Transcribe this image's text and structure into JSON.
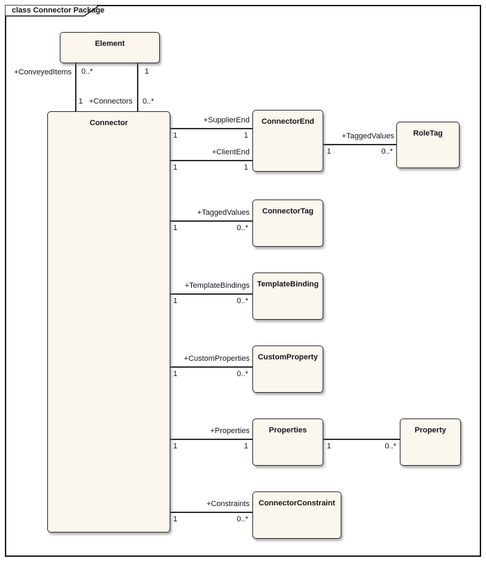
{
  "diagram": {
    "frame_title": "class Connector Package",
    "type": "uml-class-diagram"
  },
  "colors": {
    "background": "#FFFFFF",
    "frame_border": "#1A1A1A",
    "box_fill": "#FCF7EE",
    "box_border": "#2E2E2E",
    "line": "#2E2E2E",
    "text": "#14141E",
    "shadow": "#696969"
  },
  "classes": {
    "element": "Element",
    "connector": "Connector",
    "connector_end": "ConnectorEnd",
    "role_tag": "RoleTag",
    "connector_tag": "ConnectorTag",
    "template_binding": "TemplateBinding",
    "custom_property": "CustomProperty",
    "properties": "Properties",
    "property": "Property",
    "connector_constraint": "ConnectorConstraint"
  },
  "associations": {
    "conveyed_items": {
      "label": "+ConveyedItems",
      "mult_element_end": "0..*",
      "mult_connector_end": "1"
    },
    "connectors": {
      "label": "+Connectors",
      "mult_element_end": "1",
      "mult_connector_end": "0..*"
    },
    "supplier_end": {
      "label": "+SupplierEnd",
      "mult_source": "1",
      "mult_target": "1"
    },
    "client_end": {
      "label": "+ClientEnd",
      "mult_source": "1",
      "mult_target": "1"
    },
    "role_tagged_values": {
      "label": "+TaggedValues",
      "mult_source": "1",
      "mult_target": "0..*"
    },
    "tagged_values": {
      "label": "+TaggedValues",
      "mult_source": "1",
      "mult_target": "0..*"
    },
    "template_bindings": {
      "label": "+TemplateBindings",
      "mult_source": "1",
      "mult_target": "0..*"
    },
    "custom_properties": {
      "label": "+CustomProperties",
      "mult_source": "1",
      "mult_target": "0..*"
    },
    "properties": {
      "label": "+Properties",
      "mult_source": "1",
      "mult_target": "1"
    },
    "property_link": {
      "mult_source": "1",
      "mult_target": "0..*"
    },
    "constraints": {
      "label": "+Constraints",
      "mult_source": "1",
      "mult_target": "0..*"
    }
  }
}
